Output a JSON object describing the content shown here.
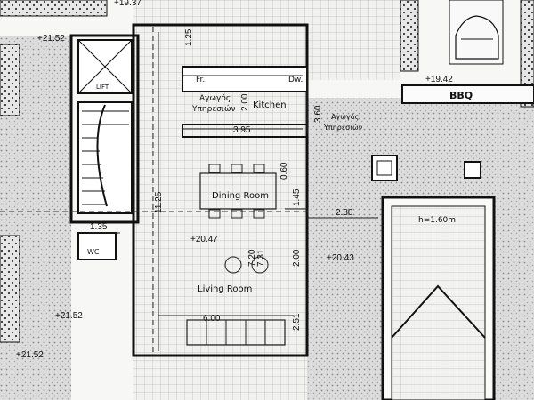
{
  "rooms": {
    "lift": "LIFT",
    "kitchen": "Kitchen",
    "service_corridor_1": "Αγωγός",
    "service_corridor_2": "Υπηρεσιών",
    "service_corridor_right_1": "Αγωγός",
    "service_corridor_right_2": "Υπηρεσιών",
    "dining_room": "Dining Room",
    "living_room": "Living Room",
    "wc": "WC",
    "bbq": "BBQ",
    "fr": "Fr.",
    "dw": "Dw."
  },
  "levels": {
    "top_left": "+21.52",
    "top_center": "+19.37",
    "bbq": "+19.42",
    "living": "+20.47",
    "right": "+20.43",
    "bottom_left": "+21.52",
    "bottom_left_2": "+21.52"
  },
  "dimensions": {
    "d125": "1.25",
    "d200": "2.00",
    "d360": "3.60",
    "d395": "3.95",
    "d1125": "11.25",
    "d060": "0.60",
    "d145": "1.45",
    "d230": "2.30",
    "d135": "1.35",
    "d720": "7.20",
    "d731": "7.31",
    "d200b": "2.00",
    "d600": "6.00",
    "d251": "2.51"
  },
  "notes": {
    "ramp_height": "h=1.60m"
  },
  "colors": {
    "ink": "#111111",
    "paper": "#f7f7f5",
    "hatch": "#9a9a9a"
  }
}
